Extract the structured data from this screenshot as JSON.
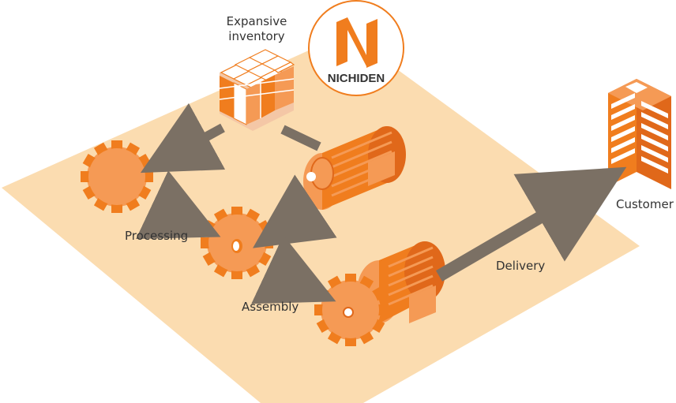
{
  "labels": {
    "inventory_line1": "Expansive",
    "inventory_line2": "inventory",
    "processing": "Processing",
    "assembly": "Assembly",
    "delivery": "Delivery",
    "customer": "Customer"
  },
  "logo": {
    "text": "NICHIDEN",
    "color": "#f07d1e"
  },
  "colors": {
    "platform": "#fbdcb0",
    "accent_orange": "#f07d1e",
    "light_orange": "#f59a55",
    "arrow": "#7b7064",
    "text": "#333333"
  },
  "icons": [
    "inventory-boxes-icon",
    "gear-icon",
    "motor-icon",
    "building-icon",
    "arrow-icon"
  ]
}
